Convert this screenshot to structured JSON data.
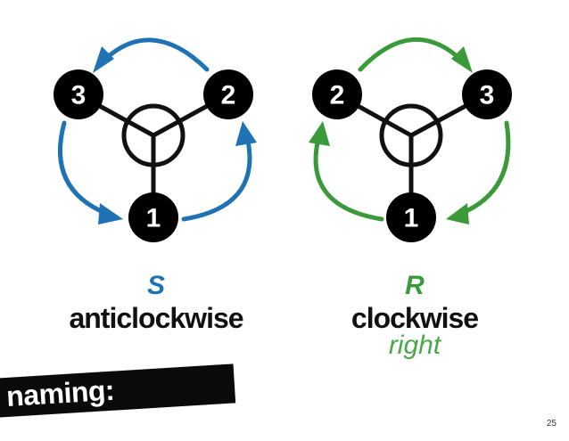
{
  "colors": {
    "s_arrow": "#1f73b4",
    "r_arrow": "#3a9a3a",
    "node_fill": "#000000",
    "bond": "#111111"
  },
  "left_projection": {
    "letter": "S",
    "direction": "anticlockwise",
    "substituents": {
      "top_left": "3",
      "top_right": "2",
      "bottom": "1"
    }
  },
  "right_projection": {
    "letter": "R",
    "direction": "clockwise",
    "hint": "right",
    "substituents": {
      "top_left": "2",
      "top_right": "3",
      "bottom": "1"
    }
  },
  "banner": {
    "text": "naming:"
  },
  "page_number": "25"
}
